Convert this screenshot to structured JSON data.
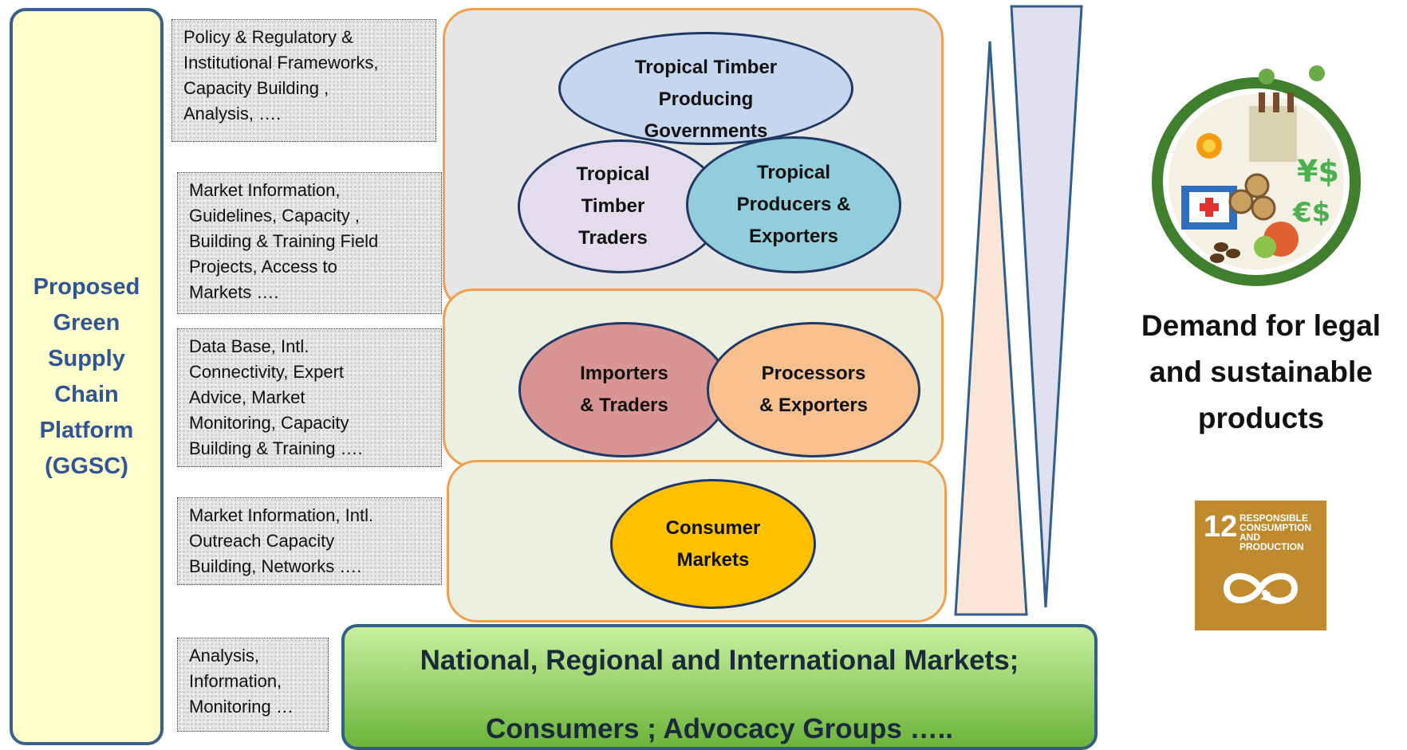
{
  "platform": {
    "title": "Proposed Green Supply Chain Platform (GGSC)"
  },
  "services": [
    "Policy & Regulatory &\nInstitutional Frameworks,\nCapacity Building ,\nAnalysis, ….",
    "Market Information,\nGuidelines, Capacity ,\nBuilding & Training Field\nProjects, Access to\nMarkets ….",
    "Data Base, Intl.\nConnectivity, Expert\nAdvice, Market\nMonitoring, Capacity\nBuilding & Training ….",
    "Market Information, Intl.\nOutreach  Capacity\nBuilding, Networks ….",
    "Analysis,\nInformation,\nMonitoring …"
  ],
  "actors": {
    "governments": "Tropical Timber\nProducing\nGovernments",
    "traders": "Tropical\nTimber\nTraders",
    "producers": "Tropical\nProducers &\nExporters",
    "importers": "Importers\n& Traders",
    "processors": "Processors\n& Exporters",
    "consumers": "Consumer\nMarkets"
  },
  "base": {
    "line1": "National, Regional and International Markets;",
    "line2": "Consumers ; Advocacy Groups ….."
  },
  "demand": "Demand for legal and sustainable products",
  "sdg": {
    "number": "12",
    "text": "RESPONSIBLE\nCONSUMPTION\nAND PRODUCTION"
  },
  "colors": {
    "platform_fill": "#ffffcc",
    "platform_text": "#2f5597",
    "panel_border": "#f0a050",
    "governments": "#c5d6ee",
    "traders": "#e2dced",
    "producers": "#92cddc",
    "importers": "#d99594",
    "processors": "#f8c08f",
    "consumers": "#ffc000",
    "sdg": "#bf8b2e"
  },
  "icons": [
    "sustainable-products-icon",
    "infinity-icon"
  ]
}
